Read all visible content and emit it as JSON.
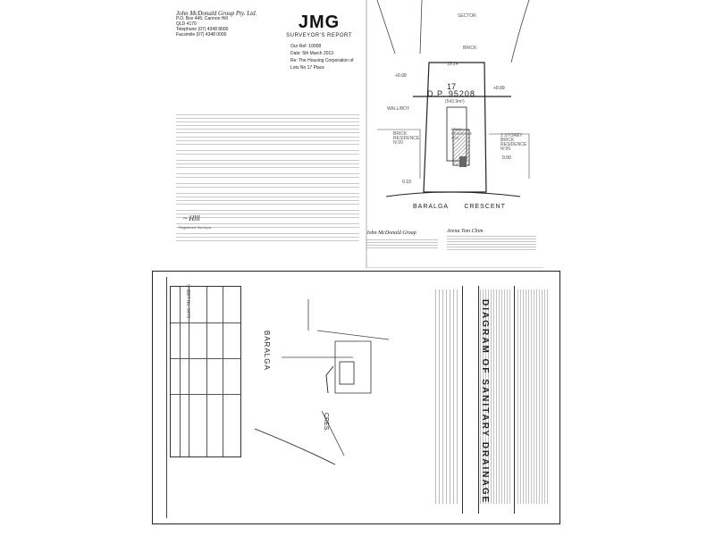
{
  "letter": {
    "company_name": "John McDonald Group Pty. Ltd.",
    "address": [
      "P.O. Box 445, Cannon Hill",
      "QLD 4170",
      "Telephone (07) 4348 8000",
      "Facsimile (07) 4348 0000"
    ],
    "logo_text": "JMG",
    "logo_sub": "SURVEYOR'S REPORT",
    "ref_lines": [
      "Our Ref: 10008",
      "Date: 5th March 2013",
      "Re: The Housing Corporation of",
      "Lots No 17 Place"
    ],
    "signoff": "Registered Surveyor"
  },
  "plan": {
    "sector": "SECTOR",
    "lot_number": "17",
    "dp": "D.P. 95208",
    "area": "(543.9m²)",
    "brick_left": [
      "BRICK",
      "RESIDENCE",
      "Nº20"
    ],
    "brick_right": [
      "2 STOREY",
      "BRICK",
      "RESIDENCE",
      "Nº26"
    ],
    "center_bldg": [
      "BRICK",
      "RESIDENCE",
      "Nº22"
    ],
    "brick_top": "BRICK",
    "dim_top": "15.24",
    "wall_left": "WALL/BOY",
    "street": "BARALGA      CRESCENT",
    "signatures": [
      "John McDonald Group",
      "Arena Tom Chim"
    ]
  },
  "drainage": {
    "title": "DIAGRAM OF SANITARY DRAINAGE",
    "street": "BARALGA",
    "crescent": "CRES.",
    "sheet": "SHEET No. 0470"
  }
}
